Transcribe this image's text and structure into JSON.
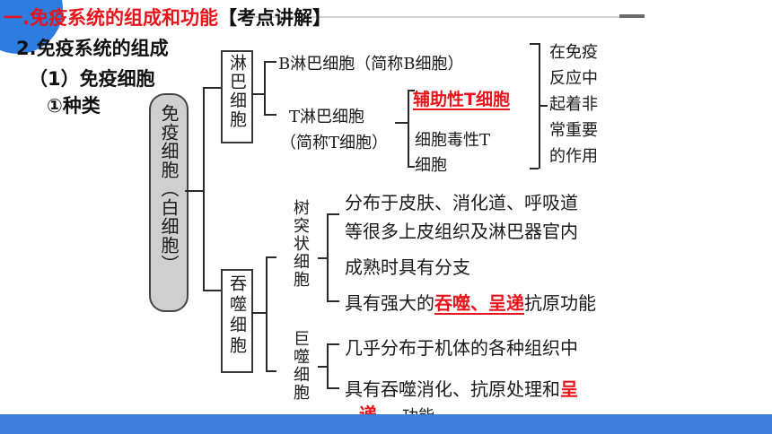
{
  "header": {
    "title": "一.免疫系统的组成和功能",
    "tag": "【考点讲解】",
    "subtitle": "2.免疫系统的组成",
    "subsection": "（1）免疫细胞",
    "item": "①种类"
  },
  "diagram": {
    "root": "免疫细胞（白细胞）",
    "lymph": {
      "label": "淋巴细胞",
      "b_cell": "B淋巴细胞（简称B细胞）",
      "t_cell_line1": "T淋巴细胞",
      "t_cell_line2": "（简称T细胞）",
      "t_helper": "辅助性T细胞",
      "t_cyto_line1": "细胞毒性T",
      "t_cyto_line2": "细胞",
      "role_line1": "在免疫",
      "role_line2": "反应中",
      "role_line3": "起着非",
      "role_line4": "常重要",
      "role_line5": "的作用"
    },
    "phago": {
      "label": "吞噬细胞",
      "dendritic_label": "树突状细胞",
      "dend_item1_line1": "分布于皮肤、消化道、呼吸道",
      "dend_item1_line2": "等很多上皮组织及淋巴器官内",
      "dend_item2": "成熟时具有分支",
      "dend_item3_pre": "具有强大的",
      "dend_item3_fill": "吞噬、呈递",
      "dend_item3_post": "抗原功能",
      "macro_label": "巨噬细胞",
      "macro_item1": "几乎分布于机体的各种组织中",
      "macro_item2_pre": "具有吞噬消化、抗原处理和",
      "macro_item2_fill_a": "呈",
      "macro_item2_fill_b": "递",
      "macro_item2_post": "功能"
    }
  },
  "colors": {
    "title_red": "#e8141b",
    "accent_blue": "#2c6fd6",
    "footer_blue": "#3b7dd8"
  }
}
